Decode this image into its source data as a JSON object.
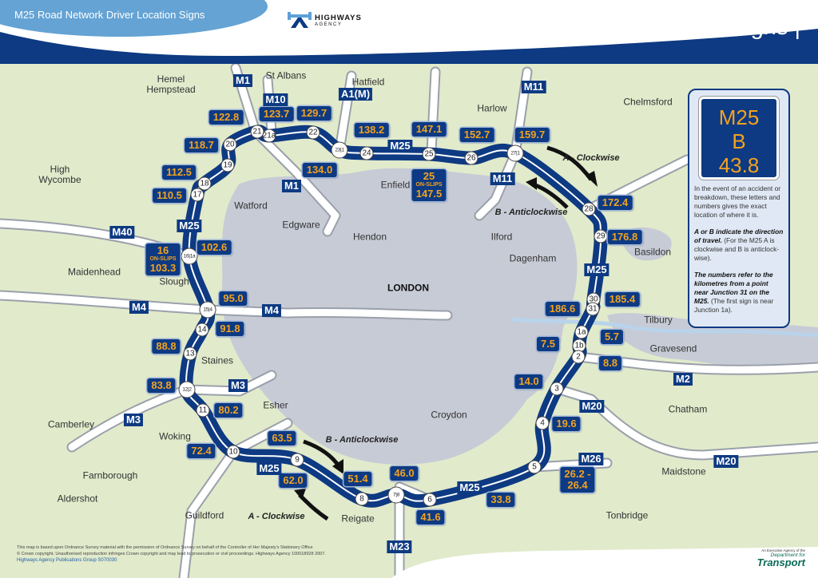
{
  "header": {
    "subtitle": "M25 Road Network Driver Location Signs",
    "title": "Driver Location Signs",
    "logo": {
      "line1": "HIGHWAYS",
      "line2": "AGENCY"
    }
  },
  "colors": {
    "brand_blue": "#0d3a82",
    "sign_text": "#f3a21f",
    "land": "#e1eacb",
    "urban": "#c7cbd6",
    "header_light": "#64a3d4"
  },
  "legend": {
    "sign": [
      "M25",
      "B",
      "43.8"
    ],
    "text1": "In the event of an accident or breakdown, these letters and numbers gives the exact location of where it is.",
    "text2_bold": "A or B indicate the direction of travel.",
    "text2": "(For the M25 A is clockwise and B is anticlock-wise).",
    "text3_bold": "The numbers refer to the kilometres from a point near Junction 31 on the M25.",
    "text3": "(The first sign is near Junction 1a)."
  },
  "signs": [
    {
      "lines": [
        "122.8"
      ]
    },
    {
      "lines": [
        "123.7"
      ]
    },
    {
      "lines": [
        "129.7"
      ]
    },
    {
      "lines": [
        "118.7"
      ]
    },
    {
      "lines": [
        "112.5"
      ]
    },
    {
      "lines": [
        "110.5"
      ]
    },
    {
      "lines": [
        "16",
        "ON-SLIPS",
        "103.3"
      ]
    },
    {
      "lines": [
        "102.6"
      ]
    },
    {
      "lines": [
        "95.0"
      ]
    },
    {
      "lines": [
        "91.8"
      ]
    },
    {
      "lines": [
        "88.8"
      ]
    },
    {
      "lines": [
        "83.8"
      ]
    },
    {
      "lines": [
        "80.2"
      ]
    },
    {
      "lines": [
        "72.4"
      ]
    },
    {
      "lines": [
        "63.5"
      ]
    },
    {
      "lines": [
        "62.0"
      ]
    },
    {
      "lines": [
        "51.4"
      ]
    },
    {
      "lines": [
        "46.0"
      ]
    },
    {
      "lines": [
        "41.6"
      ]
    },
    {
      "lines": [
        "33.8"
      ]
    },
    {
      "lines": [
        "26.2 -",
        "26.4"
      ]
    },
    {
      "lines": [
        "19.6"
      ]
    },
    {
      "lines": [
        "14.0"
      ]
    },
    {
      "lines": [
        "7.5"
      ]
    },
    {
      "lines": [
        "8.8"
      ]
    },
    {
      "lines": [
        "5.7"
      ]
    },
    {
      "lines": [
        "186.6"
      ]
    },
    {
      "lines": [
        "185.4"
      ]
    },
    {
      "lines": [
        "176.8"
      ]
    },
    {
      "lines": [
        "172.4"
      ]
    },
    {
      "lines": [
        "159.7"
      ]
    },
    {
      "lines": [
        "152.7"
      ]
    },
    {
      "lines": [
        "147.1"
      ]
    },
    {
      "lines": [
        "25",
        "ON-SLIPS",
        "147.5"
      ]
    },
    {
      "lines": [
        "138.2"
      ]
    },
    {
      "lines": [
        "134.0"
      ]
    }
  ],
  "junctions": [
    "21",
    "21a",
    "22",
    "23|1",
    "24",
    "25",
    "26",
    "27|1",
    "28",
    "29",
    "30",
    "31",
    "1a",
    "1b",
    "2",
    "3",
    "4",
    "5",
    "6",
    "7|8",
    "8",
    "9",
    "10",
    "11",
    "12|2",
    "13",
    "14",
    "15|4",
    "16|1a",
    "17",
    "18",
    "19",
    "20"
  ],
  "motorways": [
    "M1",
    "M10",
    "A1(M)",
    "M1",
    "M11",
    "M11",
    "M25",
    "M25",
    "M40",
    "M4",
    "M4",
    "M3",
    "M3",
    "M25",
    "M25",
    "M20",
    "M26",
    "M2",
    "M20",
    "M25",
    "M23"
  ],
  "places": [
    "Hemel\nHempstead",
    "St Albans",
    "Hatfield",
    "Harlow",
    "Chelmsford",
    "High\nWycombe",
    "Watford",
    "Edgware",
    "Hendon",
    "Enfield",
    "Ilford",
    "Dagenham",
    "Basildon",
    "Maidenhead",
    "Slough",
    "LONDON",
    "Tilbury",
    "Gravesend",
    "Staines",
    "Esher",
    "Croydon",
    "Chatham",
    "Camberley",
    "Woking",
    "Farnborough",
    "Maidstone",
    "Aldershot",
    "Guildford",
    "Reigate",
    "Tonbridge"
  ],
  "direction_labels": [
    "A - Clockwise",
    "B - Anticlockwise",
    "B - Anticlockwise",
    "A - Clockwise"
  ],
  "footer": {
    "line1": "This map is based upon Ordnance Survey material with the permission of Ordnance Survey on behalf of the Controller of Her Majesty's Stationery Office",
    "line2": "© Crown copyright. Unauthorised reproduction infringes Crown copyright and may lead to prosecution or civil proceedings. Highways Agency 100018928 2007.",
    "line3": "Highways Agency Publications Group S070030",
    "dft1": "An Executive Agency of the",
    "dft2": "Department for",
    "dft3": "Transport"
  }
}
